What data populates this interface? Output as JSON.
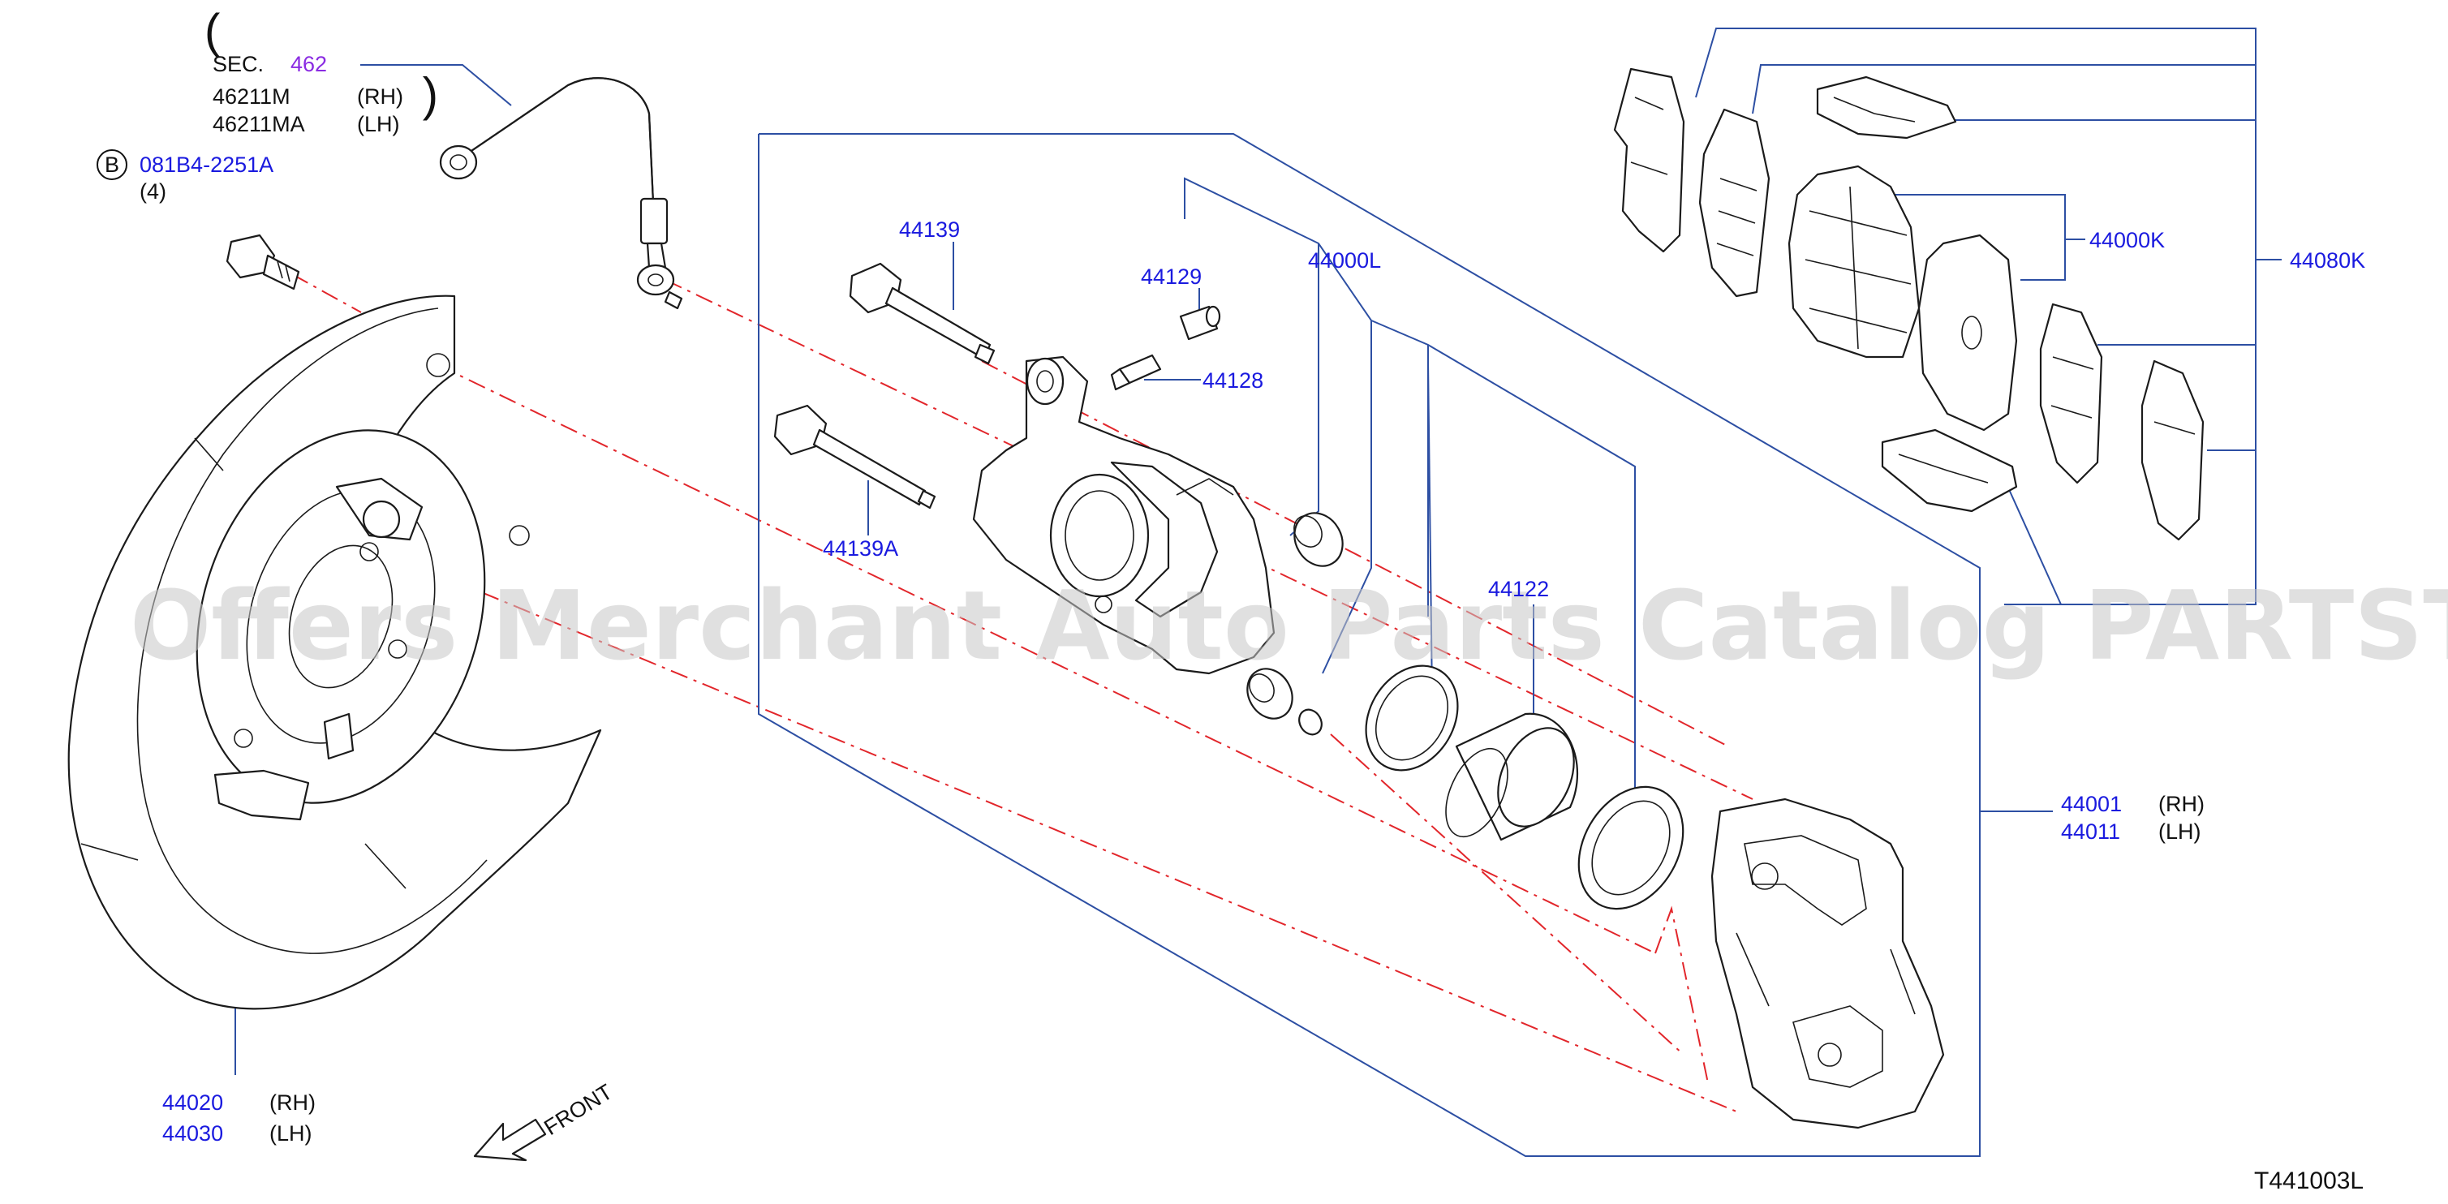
{
  "colors": {
    "callout": "#1a1adf",
    "sec_ref": "#8a2be2",
    "leader": "#2d4fa3",
    "centerline": "#e2262b",
    "watermark": "#c8c8c8"
  },
  "watermark": "Offers Merchant Auto Parts Catalog PARTSTORE.SA",
  "diagram_id": "T441003L",
  "front_label": "FRONT",
  "labels": {
    "sec": {
      "prefix": "SEC.",
      "number": "462"
    },
    "hose": {
      "rh_part": "46211M",
      "rh_side": "(RH)",
      "lh_part": "46211MA",
      "lh_side": "(LH)"
    },
    "bolt": {
      "badge": "B",
      "part": "081B4-2251A",
      "qty": "(4)"
    },
    "p44139": "44139",
    "p44139a": "44139A",
    "p44129": "44129",
    "p44128": "44128",
    "p44000l": "44000L",
    "p44122": "44122",
    "p44000k": "44000K",
    "p44080k": "44080K",
    "caliper": {
      "rh_part": "44001",
      "rh_side": "(RH)",
      "lh_part": "44011",
      "lh_side": "(LH)"
    },
    "plate": {
      "rh_part": "44020",
      "rh_side": "(RH)",
      "lh_part": "44030",
      "lh_side": "(LH)"
    }
  }
}
